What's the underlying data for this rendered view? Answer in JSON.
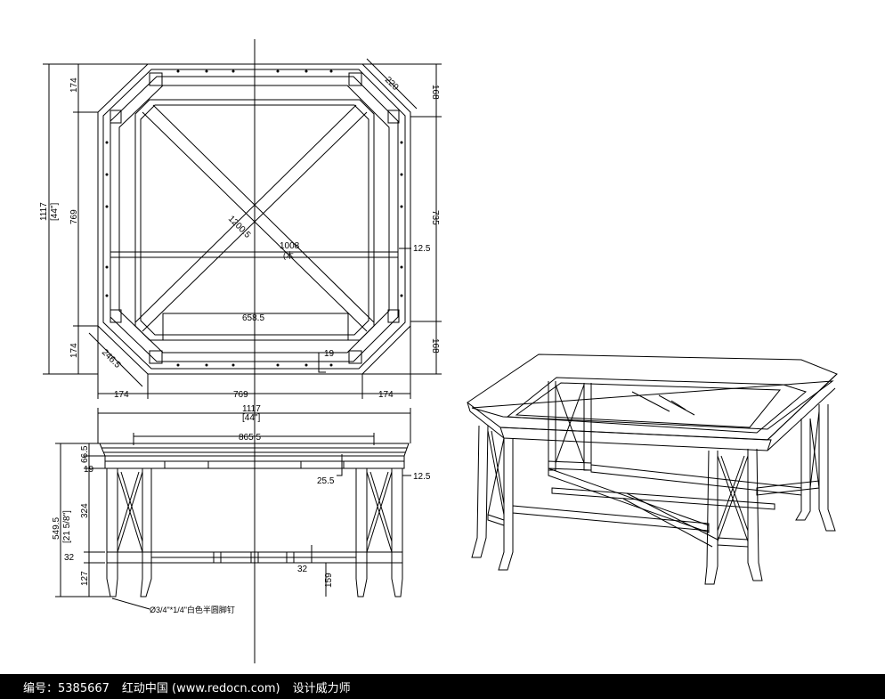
{
  "plan_view": {
    "dim_overall_left": "1117",
    "dim_overall_left_in": "[44\"]",
    "dim_top_left": "174",
    "dim_mid_left": "769",
    "dim_bottom_left": "174",
    "dim_top_right": "168",
    "dim_mid_right": "735",
    "dim_bottom_right": "168",
    "dim_bottom_a": "174",
    "dim_bottom_b": "769",
    "dim_bottom_c": "174",
    "dim_corner_top": "220",
    "dim_corner_bottom": "246.5",
    "dim_diagonal": "1200.5",
    "dim_center": "1008",
    "dim_center_note": "(木",
    "dim_inner_bar": "658.5",
    "dim_right_gap": "12.5",
    "dim_small": "19"
  },
  "front_view": {
    "dim_overall": "1117",
    "dim_overall_in": "[44\"]",
    "dim_top_inner": "865.5",
    "dim_top_thick": "66.5",
    "dim_apron": "19",
    "dim_height": "549.5",
    "dim_height_in": "[21 5/8\"]",
    "dim_upper": "324",
    "dim_rail": "32",
    "dim_lower": "127",
    "dim_rail2": "32",
    "dim_foot": "159",
    "dim_inset": "25.5",
    "dim_right": "12.5",
    "note_foot": "Ø3/4\"*1/4\"白色半圆脚钉"
  },
  "footer": {
    "id_text": "编号：5385667",
    "site_text": "红动中国 (www.redocn.com)",
    "author_text": "设计威力师"
  }
}
